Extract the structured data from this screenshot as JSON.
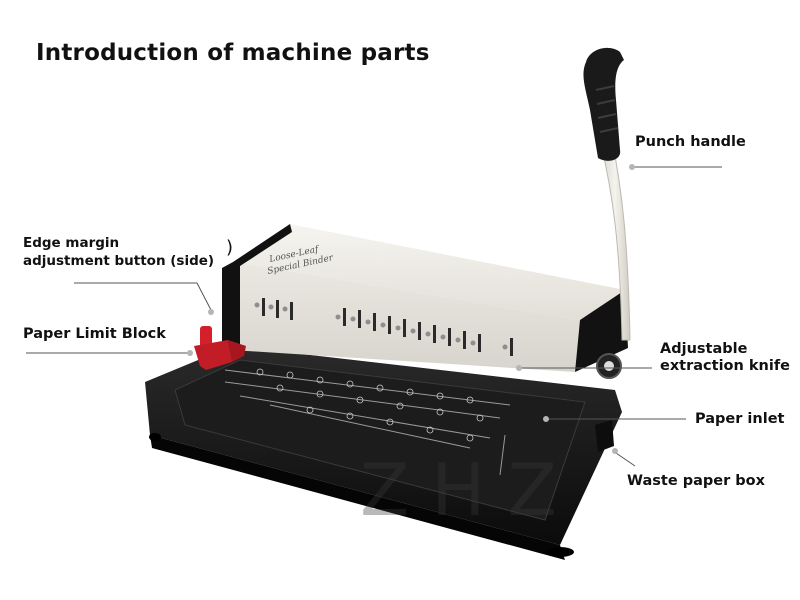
{
  "title": "Introduction of machine parts",
  "labels": {
    "punch_handle": "Punch handle",
    "edge_margin_line1": "Edge margin",
    "edge_margin_line2": "adjustment button (side)",
    "paper_limit_block": "Paper Limit Block",
    "adjustable_line1": "Adjustable",
    "adjustable_line2": "extraction knife",
    "paper_inlet": "Paper inlet",
    "waste_paper_box": "Waste paper box"
  },
  "body_text": {
    "line1": "Loose-Leaf",
    "line2": "Special Binder"
  },
  "watermark": "ZHZ",
  "colors": {
    "body_cream": "#f1efe9",
    "base_black": "#161616",
    "limit_red": "#d4202a",
    "callout_dot": "#b5b5b5",
    "callout_line": "#555555"
  }
}
